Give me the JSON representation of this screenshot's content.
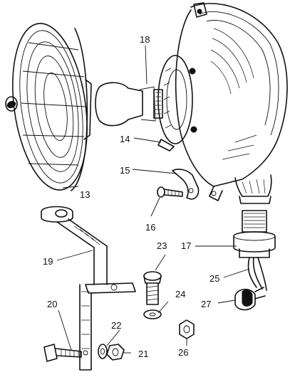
{
  "labels": {
    "l13": "13",
    "l14": "14",
    "l15": "15",
    "l16": "16",
    "l17": "17",
    "l18": "18",
    "l19": "19",
    "l20": "20",
    "l21": "21",
    "l22": "22",
    "l23": "23",
    "l24": "24",
    "l25": "25",
    "l26": "26",
    "l27": "27"
  },
  "colors": {
    "ink": "#111111",
    "paper": "#ffffff"
  }
}
